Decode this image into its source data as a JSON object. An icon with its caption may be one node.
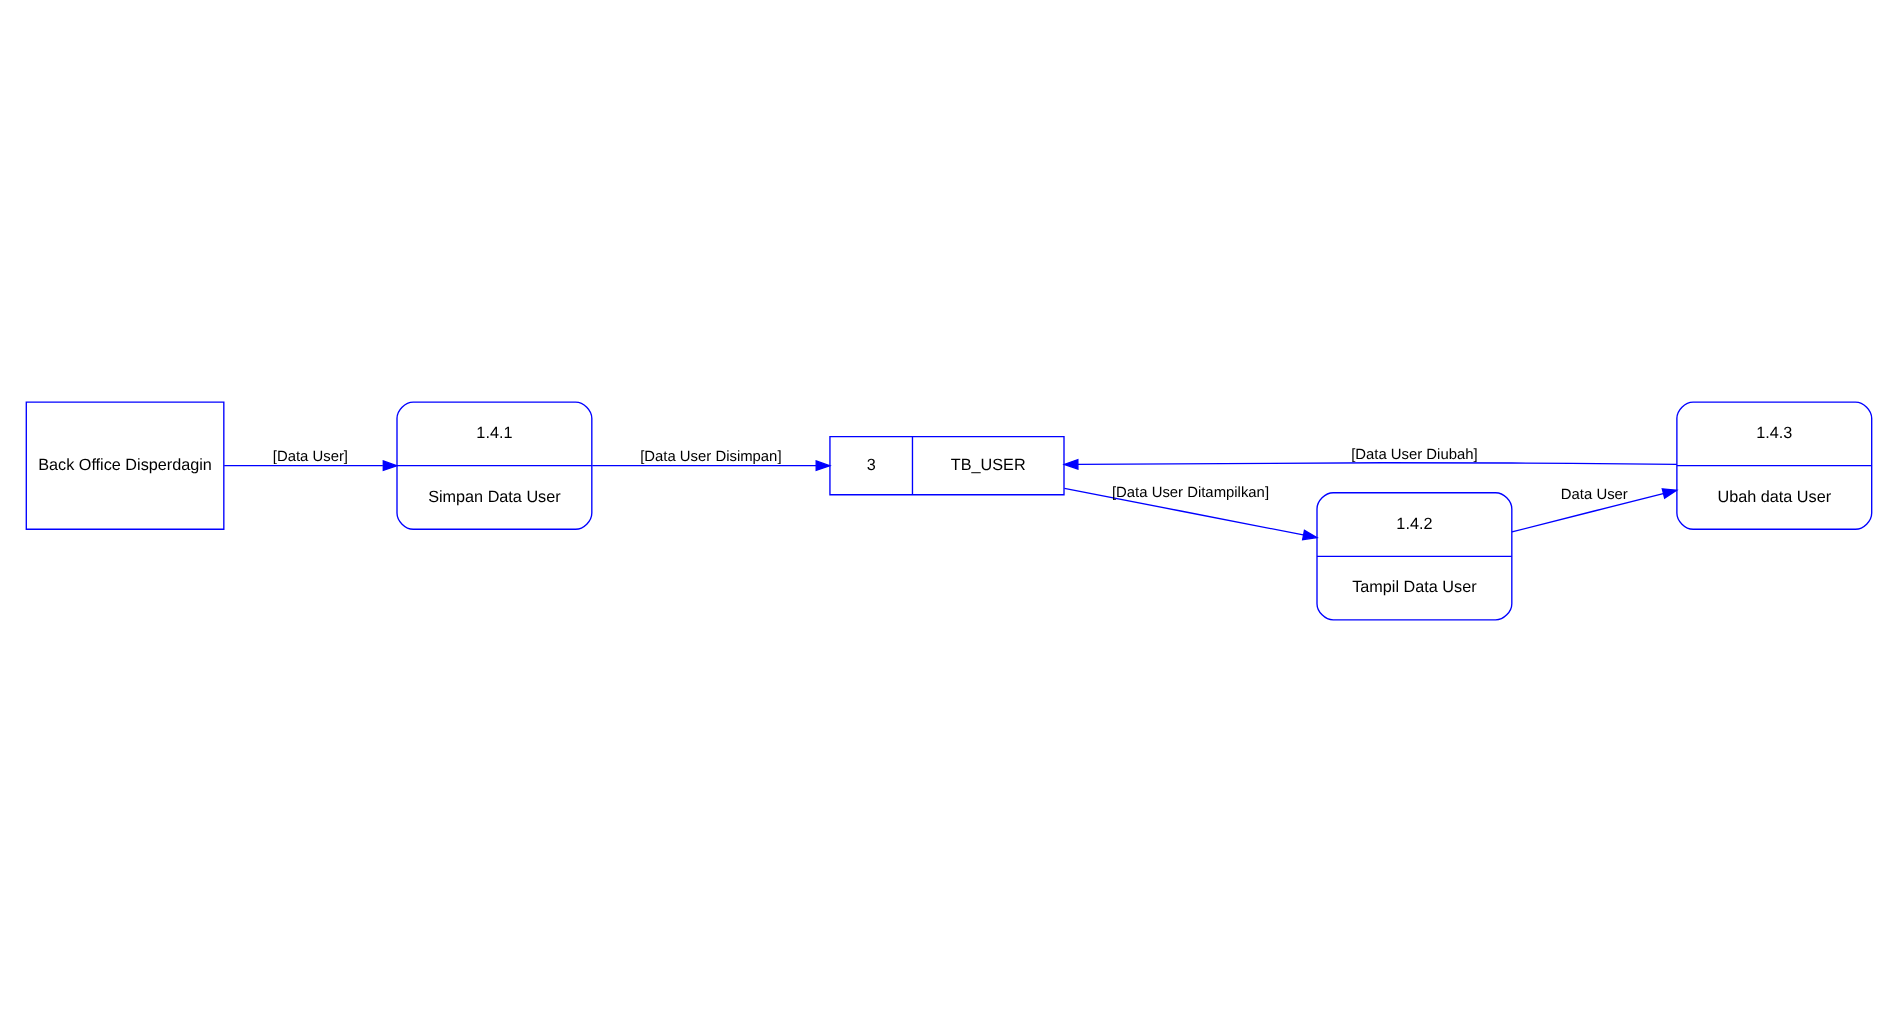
{
  "diagram": {
    "nodes": [
      {
        "text": [
          "Back Office Disperdagin"
        ]
      },
      {
        "text": [
          "1.4.1",
          "Simpan Data User"
        ]
      },
      {
        "text": [
          "1.4.2",
          "Tampil Data User"
        ]
      },
      {
        "text": [
          "1.4.3",
          "Ubah data User"
        ]
      },
      {
        "text": [
          "3",
          "TB_USER"
        ]
      }
    ],
    "edges": [
      {
        "from": 0,
        "to": 1,
        "arrow": "to",
        "label": "[Data User]"
      },
      {
        "from": 1,
        "to": 4,
        "arrow": "to",
        "label": "[Data User Disimpan]"
      },
      {
        "from": 4,
        "to": 2,
        "arrow": "to",
        "label": "[Data User Ditampilkan]"
      },
      {
        "from": 2,
        "to": 3,
        "arrow": "to",
        "label": "Data User"
      },
      {
        "from": 3,
        "to": 4,
        "arrow": "to",
        "label": "[Data User Diubah]"
      }
    ]
  }
}
